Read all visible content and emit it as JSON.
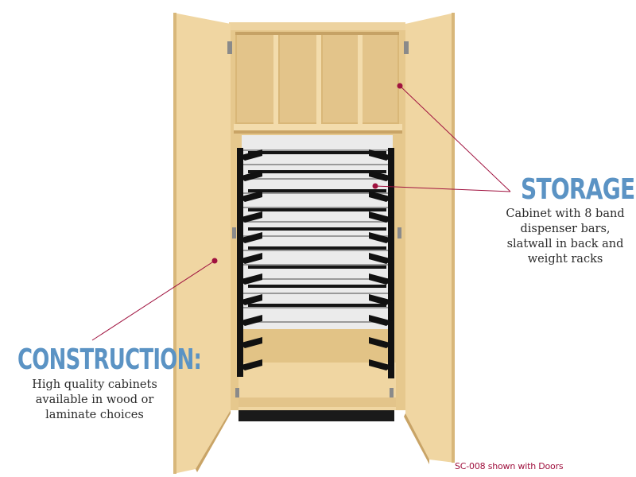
{
  "colors": {
    "title_blue": "#5b93c4",
    "leader_red": "#a0123f",
    "wood_light": "#f1d9a6",
    "wood_mid": "#e8cb90",
    "wood_dark": "#c9a466",
    "rack_black": "#111111",
    "slatwall": "#e9e9e9"
  },
  "callouts": {
    "storage": {
      "title": "STORAGE:",
      "body": "Cabinet with 8 band dispenser bars, slatwall in back and weight racks"
    },
    "construction": {
      "title": "CONSTRUCTION:",
      "body": "High quality cabinets available in wood or laminate choices"
    }
  },
  "caption": "SC-008 shown with Doors"
}
